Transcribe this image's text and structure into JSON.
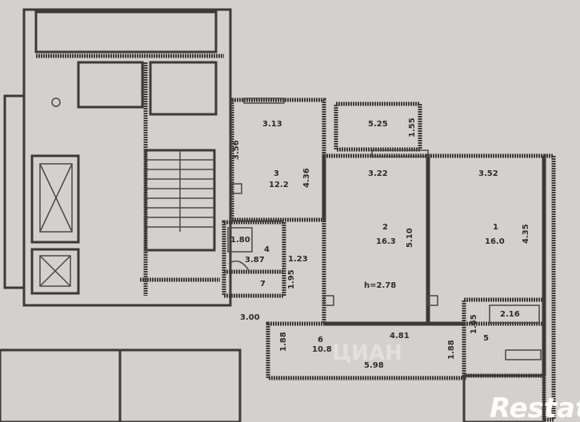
{
  "rooms": {
    "room_3": {
      "number": "3",
      "area": "12.2",
      "width": "3.13",
      "length": "4.36",
      "side": "3.56"
    },
    "balcony": {
      "width": "5.25",
      "depth": "1.55"
    },
    "room_2": {
      "number": "2",
      "area": "16.3",
      "width": "3.22",
      "length": "5.10",
      "ceiling": "h=2.78"
    },
    "room_1": {
      "number": "1",
      "area": "16.0",
      "width": "3.52",
      "length": "4.35"
    },
    "corridor_6": {
      "number": "6",
      "area": "10.8",
      "length": "5.98",
      "width": "4.81",
      "side": "1.88"
    },
    "bathroom_5": {
      "number": "5",
      "dim_a": "2.16",
      "dim_b": "1.65"
    },
    "small_4": {
      "number": "4",
      "dim_a": "1.80",
      "dim_b": "3.87",
      "dim_c": "1.23"
    },
    "small_7": {
      "number": "7",
      "dim": "1.95"
    },
    "entry_dim": "3.00",
    "entry_side": "1.88"
  },
  "watermarks": {
    "brand": "Restate",
    "faint": "ЦИАН"
  },
  "colors": {
    "background": "#d3d1cd",
    "walls": "#3b3a38",
    "watermark": "#ffffff"
  }
}
